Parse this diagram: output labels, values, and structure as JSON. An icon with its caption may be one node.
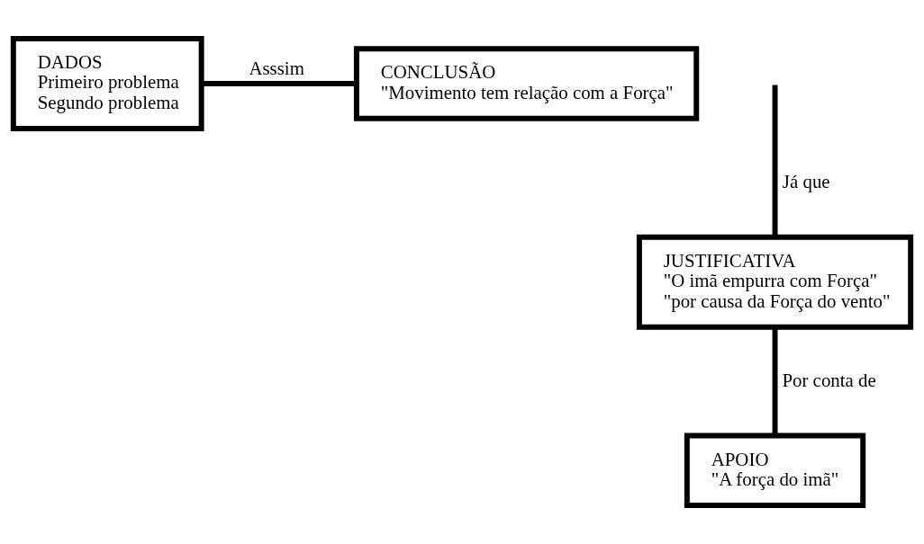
{
  "diagram": {
    "nodes": [
      {
        "text": [
          "DADOS",
          "Primeiro problema",
          "Segundo problema"
        ]
      },
      {
        "text": [
          "CONCLUSÃO",
          "\"Movimento tem relação com a Força\""
        ]
      },
      {
        "text": [
          "JUSTIFICATIVA",
          "\"O imã empurra com Força\"",
          "\"por causa da Força do vento\""
        ]
      },
      {
        "text": [
          "APOIO",
          "\"A força do imã\""
        ]
      }
    ],
    "edges": [
      {
        "from": 0,
        "to": 1,
        "arrow": "none",
        "label": "Asssim"
      },
      {
        "from": 2,
        "to": null,
        "arrow": "none",
        "label": "Já que"
      },
      {
        "from": 3,
        "to": 2,
        "arrow": "none",
        "label": "Por conta de"
      }
    ]
  }
}
